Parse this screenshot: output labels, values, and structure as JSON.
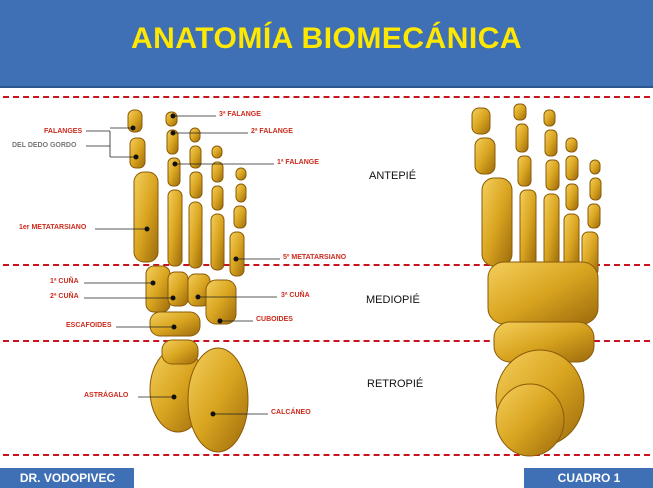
{
  "header": {
    "title": "ANATOMÍA BIOMECÁNICA"
  },
  "regions": {
    "forefoot": "ANTEPIÉ",
    "midfoot": "MEDIOPIÉ",
    "hindfoot": "RETROPIÉ"
  },
  "labels": {
    "big_toe_phalanges": "FALANGES",
    "big_toe_phalanges_sub": "DEL DEDO GORDO",
    "third_phalanx": "3ª FALANGE",
    "second_phalanx": "2ª FALANGE",
    "first_phalanx": "1ª FALANGE",
    "first_metatarsal": "1er METATARSIANO",
    "fifth_metatarsal": "5º METATARSIANO",
    "first_cuneiform": "1ª CUÑA",
    "second_cuneiform": "2ª CUÑA",
    "third_cuneiform": "3ª CUÑA",
    "cuboid": "CUBOIDES",
    "navicular": "ESCAFOIDES",
    "talus": "ASTRÁGALO",
    "calcaneus": "CALCÁNEO"
  },
  "footer": {
    "author": "DR. VODOPIVEC",
    "figure": "CUADRO 1"
  },
  "colors": {
    "header_bg": "#3f6fb5",
    "title": "#ffe800",
    "dash": "#c8141e",
    "label": "#cc2a1c",
    "bone": "#d9a520"
  }
}
